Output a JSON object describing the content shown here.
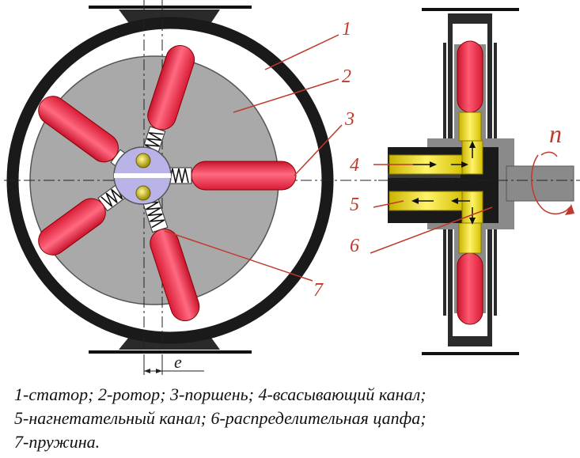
{
  "labels": {
    "l1": "1",
    "l2": "2",
    "l3": "3",
    "l4": "4",
    "l5": "5",
    "l6": "6",
    "l7": "7",
    "n": "n",
    "e": "e"
  },
  "caption": {
    "line1": "1-статор; 2-ротор; 3-поршень; 4-всасывающий канал;",
    "line2": "5-нагнетательный канал; 6-распределительная цапфа;",
    "line3": "7-пружина."
  },
  "colors": {
    "stator": "#1a1a1a",
    "rotor": "#a9a9a9",
    "piston": "#e8304a",
    "hub": "#b9b4e8",
    "channel_fill": "#f3ea5a",
    "leader": "#c0392b"
  }
}
